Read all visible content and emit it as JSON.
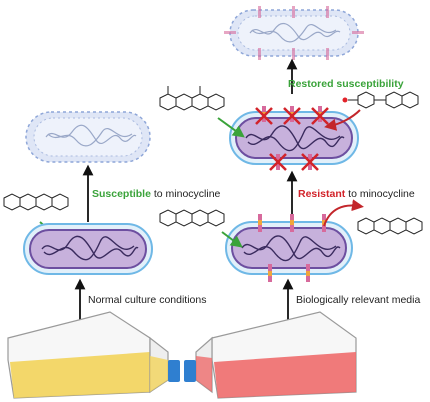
{
  "labels": {
    "susceptible_word": "Susceptible",
    "susceptible_rest": " to minocycline",
    "resistant_word": "Resistant",
    "resistant_rest": " to minocycline",
    "restored": "Restored susceptibility",
    "normal_culture": "Normal culture conditions",
    "bio_media": "Biologically relevant media"
  },
  "colors": {
    "cell_fill": "#c7b1dc",
    "cell_outer": "#6d4fa0",
    "cell_inner": "#e4d8f0",
    "membrane_blue": "#6fb8e6",
    "dead_cell": "#c9d4ec",
    "dna": "#3a2b5e",
    "pump_pink": "#d76a9c",
    "pump_orange": "#f0a53c",
    "block_red": "#d2232a",
    "arrow": "#111111",
    "green_arrow": "#3aa33a",
    "flask_yellow": "#f2d35a",
    "flask_red": "#ee6b6b",
    "cap_blue": "#2f7fd0",
    "text_green": "#3aa33a",
    "text_red": "#d2232a"
  }
}
